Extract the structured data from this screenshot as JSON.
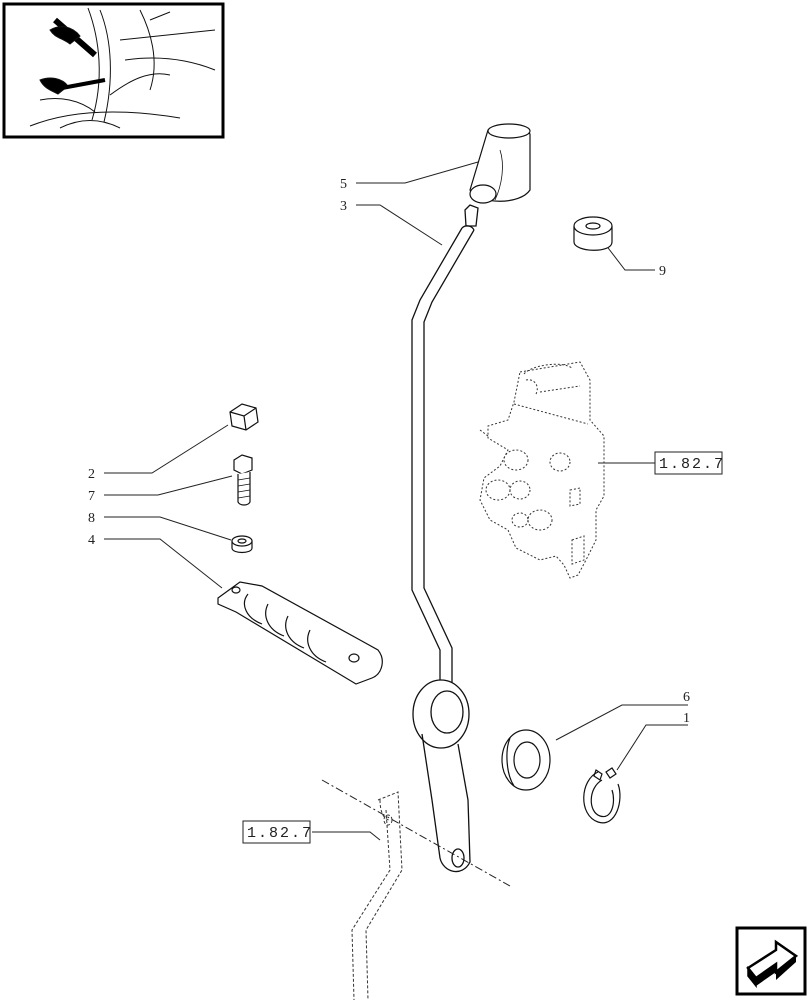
{
  "callouts": {
    "n5": "5",
    "n3": "3",
    "n9": "9",
    "n2": "2",
    "n7": "7",
    "n8": "8",
    "n4": "4",
    "n6": "6",
    "n1": "1"
  },
  "references": {
    "valve_ref": "1.82.7",
    "bracket_ref": "1.82.7"
  },
  "icons": {
    "thumbnail": "tractor-cab-lever-location-icon",
    "nav": "next-page-arrow-icon"
  }
}
